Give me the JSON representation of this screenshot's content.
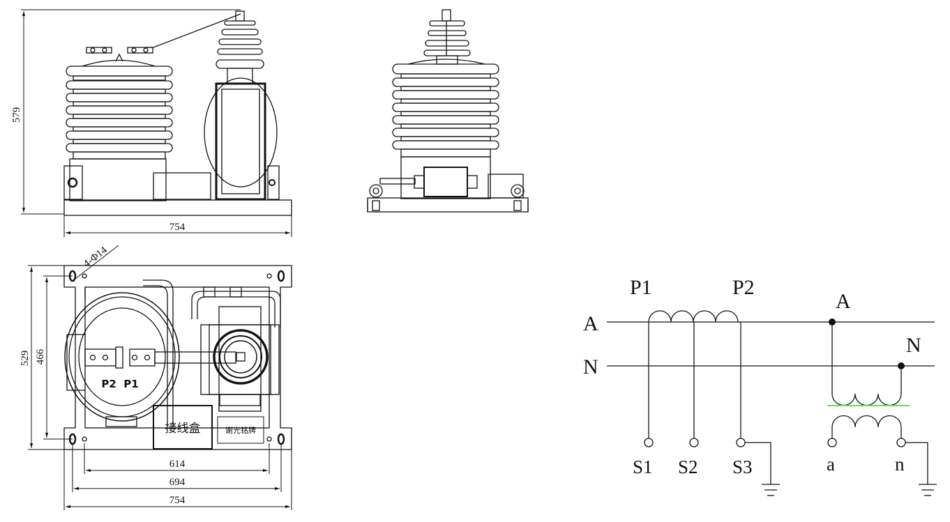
{
  "dimensions": {
    "front_height": "579",
    "front_width": "754",
    "plan_outer_height": "529",
    "plan_hole_height": "466",
    "hole_spec": "4-Φ14",
    "plan_hole_span_inner": "614",
    "plan_hole_span_outer": "694",
    "plan_width": "754"
  },
  "plan_labels": {
    "primary_terminals": "P2  P1",
    "junction_box": "接线盒",
    "nameplate": "谢光铭牌"
  },
  "schematic": {
    "primary_start": "P1",
    "primary_end": "P2",
    "line_a_left": "A",
    "line_n_left": "N",
    "line_a_right": "A",
    "line_n_right": "N",
    "secondary_taps": [
      "S1",
      "S2",
      "S3"
    ],
    "vt_secondary": [
      "a",
      "n"
    ],
    "core_color": "#66dd44"
  }
}
